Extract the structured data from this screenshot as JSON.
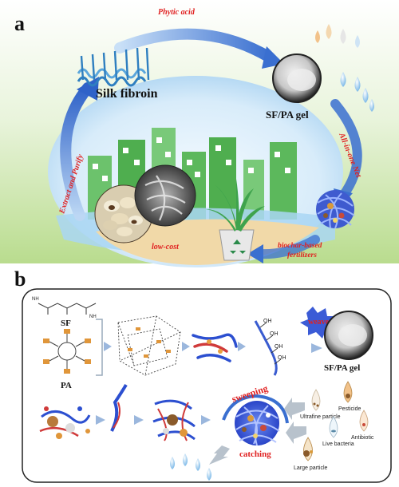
{
  "panel_a": {
    "label": "a",
    "silk_fibroin": "Silk fibroin",
    "phytic_acid": "Phytic acid",
    "sf_pa_gel": "SF/PA gel",
    "all_in_one_net": "All-in-one Net",
    "extract_and_purify": "Extract and Purify",
    "low_cost": "low-cost",
    "biochar_fertilizers": [
      "biochar-based",
      "fertilizers"
    ]
  },
  "panel_b": {
    "label": "b",
    "sf": "SF",
    "pa": "PA",
    "nh2": "NH",
    "oh": "OH",
    "weave": "weave",
    "sf_pa_gel": "SF/PA gel",
    "sweeping": "sweeping",
    "catching": "catching",
    "ultrafine_particle": "Ultrafine particle",
    "pesticide": "Pesticide",
    "live_bacteria": "Live bacteria",
    "antibiotic": "Antibiotic",
    "large_particle": "Large particle"
  },
  "colors": {
    "text_red": "#e02020",
    "arrow_blue": "#3a6fd0",
    "building_green": "#5cb85c",
    "sky_blue": "#cfe6f7",
    "weave_bg": "#3b5bd6"
  }
}
